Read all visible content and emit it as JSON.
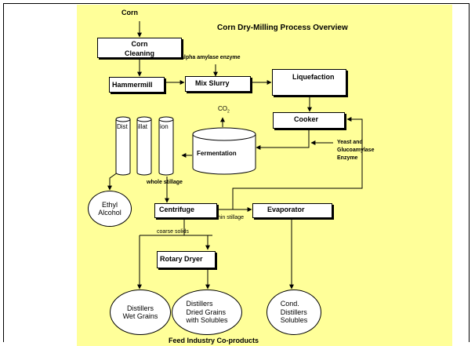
{
  "title": "Corn Dry-Milling Process Overview",
  "footer": "Feed Industry Co-products",
  "inputs": {
    "corn": "Corn",
    "alpha_amylase": "alpha amylase enzyme",
    "yeast_line1": "Yeast and",
    "yeast_line2": "Glucoamylase",
    "yeast_line3": "Enzyme",
    "co2_base": "CO",
    "co2_sub": "2"
  },
  "process": {
    "cleaning_line1": "Corn",
    "cleaning_line2": "Cleaning",
    "hammermill": "Hammermill",
    "mix_slurry": "Mix Slurry",
    "liquefaction": "Liquefaction",
    "cooker": "Cooker",
    "fermentation": "Fermentation",
    "centrifuge": "Centrifuge",
    "evaporator": "Evaporator",
    "rotary_dryer": "Rotary Dryer",
    "distillation_parts": [
      "Dist",
      "illat",
      "ion"
    ]
  },
  "flows": {
    "whole_stillage": "whole  stillage",
    "thin_stillage": "thin stillage",
    "coarse_solids": "coarse  solids"
  },
  "products": {
    "ethyl_line1": "Ethyl",
    "ethyl_line2": "Alcohol",
    "wet_line1": "Distillers",
    "wet_line2": "Wet Grains",
    "ddgs_line1": "Distillers",
    "ddgs_line2": "Dried Grains",
    "ddgs_line3": "with Solubles",
    "cds_line1": "Cond.",
    "cds_line2": "Distillers",
    "cds_line3": "Solubles"
  }
}
